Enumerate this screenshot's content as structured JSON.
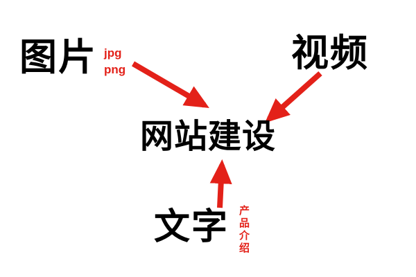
{
  "diagram": {
    "center": {
      "label": "网站建设"
    },
    "nodes": {
      "images": {
        "label": "图片",
        "annotations": [
          "jpg",
          "png"
        ]
      },
      "video": {
        "label": "视频"
      },
      "text": {
        "label": "文字",
        "annotation": "产品介绍"
      }
    },
    "arrows": [
      {
        "name": "images-to-center",
        "from": "图片",
        "to": "网站建设"
      },
      {
        "name": "video-to-center",
        "from": "视频",
        "to": "网站建设"
      },
      {
        "name": "text-to-center",
        "from": "文字",
        "to": "网站建设"
      }
    ],
    "colors": {
      "accent_red": "#e32119",
      "text_black": "#000000",
      "background": "#ffffff"
    }
  }
}
